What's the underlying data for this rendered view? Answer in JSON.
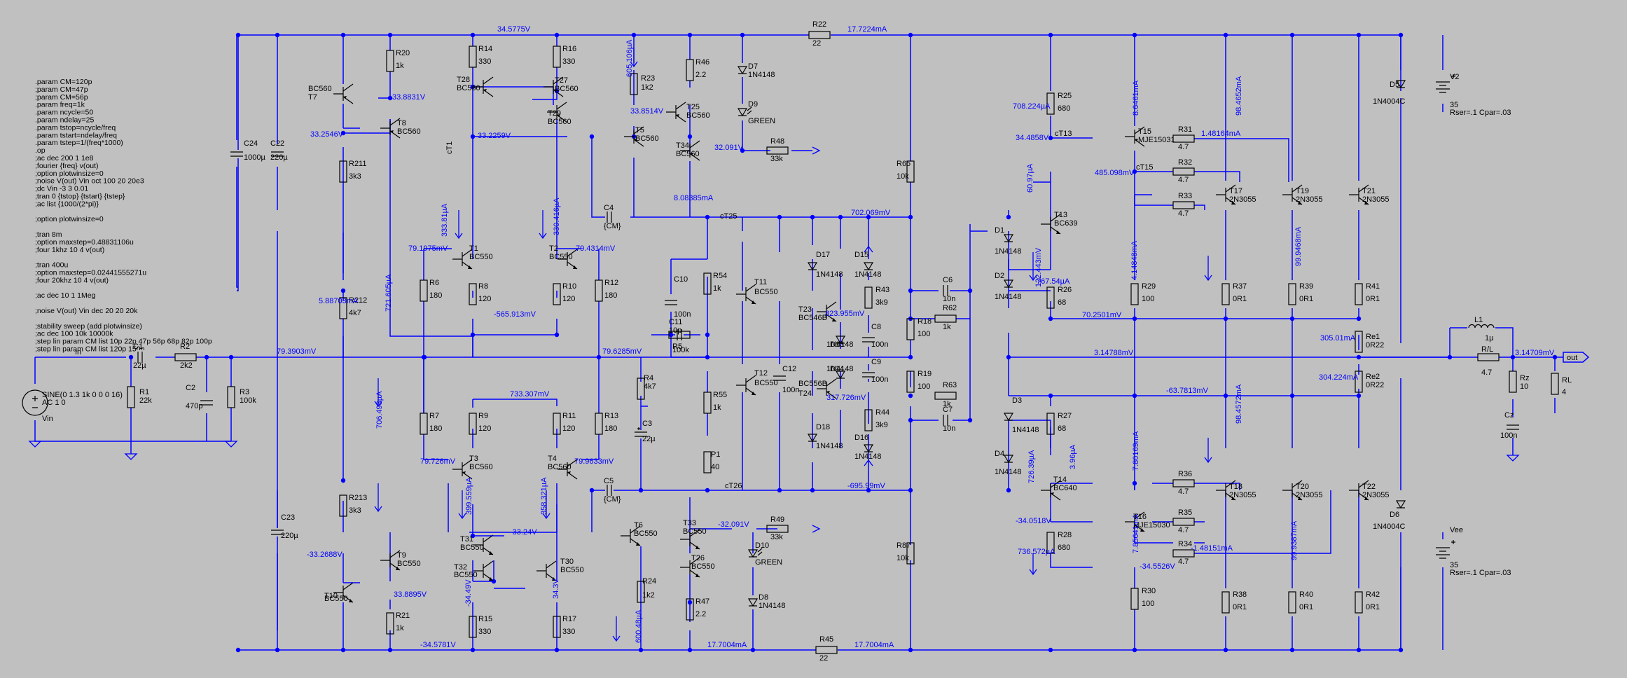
{
  "directives": [
    ".param CM=120p",
    ";param CM=47p",
    ";param CM=56p",
    ".param freq=1k",
    ".param ncycle=50",
    ".param ndelay=25",
    ".param tstop=ncycle/freq",
    ".param tstart=ndelay/freq",
    ".param tstep=1/(freq*1000)",
    ".op",
    ";ac dec 200 1 1e8",
    ";fourier {freq} v(out)",
    ";option plotwinsize=0",
    ";noise V(out) Vin oct 100 20 20e3",
    ";dc Vin -3 3 0.01",
    ";tran 0 {tstop} {tstart} {tstep}",
    ";ac list {1000/(2*pi)}",
    "",
    ";option plotwinsize=0",
    "",
    ";tran 8m",
    ";option maxstep=0.48831106u",
    ";four 1khz 10 4 v(out)",
    "",
    ";tran 400u",
    ";option maxstep=0.02441555271u",
    ";four 20khz 10 4 v(out)",
    "",
    ";ac dec 10 1 1Meg",
    "",
    ";noise V(out) Vin dec 20 20 20k",
    "",
    ";stability sweep (add plotwinsize)",
    ";ac dec 100 10k 10000k",
    ";step lin param CM list 10p 22p 47p 56p 68p 82p 100p",
    ";step lin param CM list 120p 150p"
  ],
  "components": [
    {
      "id": "Vin",
      "name": "Vin",
      "value": "SINE(0 1.3 1k 0 0 0 16)",
      "value2": "AC 1 0"
    },
    {
      "id": "C1",
      "name": "C1",
      "value": "22µ"
    },
    {
      "id": "R1",
      "name": "R1",
      "value": "22k"
    },
    {
      "id": "R2",
      "name": "R2",
      "value": "2k2"
    },
    {
      "id": "C2",
      "name": "C2",
      "value": "470p"
    },
    {
      "id": "R3",
      "name": "R3",
      "value": "100k"
    },
    {
      "id": "C24",
      "name": "C24",
      "value": "1000µ"
    },
    {
      "id": "C22",
      "name": "C22",
      "value": "220µ"
    },
    {
      "id": "C23",
      "name": "C23",
      "value": "220µ"
    },
    {
      "id": "T7",
      "name": "T7",
      "value": "BC560"
    },
    {
      "id": "T8",
      "name": "T8",
      "value": "BC560"
    },
    {
      "id": "R20",
      "name": "R20",
      "value": "1k"
    },
    {
      "id": "R211",
      "name": "R211",
      "value": "3k3"
    },
    {
      "id": "R212",
      "name": "R212",
      "value": "4k7"
    },
    {
      "id": "R213",
      "name": "R213",
      "value": "3k3"
    },
    {
      "id": "T9",
      "name": "T9",
      "value": "BC550"
    },
    {
      "id": "T10",
      "name": "T10",
      "value": "BC550"
    },
    {
      "id": "R21",
      "name": "R21",
      "value": "1k"
    },
    {
      "id": "R14",
      "name": "R14",
      "value": "330"
    },
    {
      "id": "R16",
      "name": "R16",
      "value": "330"
    },
    {
      "id": "T28",
      "name": "T28",
      "value": "BC560"
    },
    {
      "id": "T27",
      "name": "T27",
      "value": "BC560"
    },
    {
      "id": "T29",
      "name": "T29",
      "value": "BC560"
    },
    {
      "id": "T1",
      "name": "T1",
      "value": "BC550"
    },
    {
      "id": "T2",
      "name": "T2",
      "value": "BC550"
    },
    {
      "id": "R6",
      "name": "R6",
      "value": "180"
    },
    {
      "id": "R8",
      "name": "R8",
      "value": "120"
    },
    {
      "id": "R10",
      "name": "R10",
      "value": "120"
    },
    {
      "id": "R12",
      "name": "R12",
      "value": "180"
    },
    {
      "id": "R7",
      "name": "R7",
      "value": "180"
    },
    {
      "id": "R9",
      "name": "R9",
      "value": "120"
    },
    {
      "id": "R11",
      "name": "R11",
      "value": "120"
    },
    {
      "id": "R13",
      "name": "R13",
      "value": "180"
    },
    {
      "id": "T3",
      "name": "T3",
      "value": "BC560"
    },
    {
      "id": "T4",
      "name": "T4",
      "value": "BC560"
    },
    {
      "id": "T31",
      "name": "T31",
      "value": "BC550"
    },
    {
      "id": "T32",
      "name": "T32",
      "value": "BC550"
    },
    {
      "id": "T30",
      "name": "T30",
      "value": "BC550"
    },
    {
      "id": "R15",
      "name": "R15",
      "value": "330"
    },
    {
      "id": "R17",
      "name": "R17",
      "value": "330"
    },
    {
      "id": "R23",
      "name": "R23",
      "value": "1k2"
    },
    {
      "id": "R46",
      "name": "R46",
      "value": "2.2"
    },
    {
      "id": "T5",
      "name": "T5",
      "value": "BC560"
    },
    {
      "id": "T25",
      "name": "T25",
      "value": "BC560"
    },
    {
      "id": "T34",
      "name": "T34",
      "value": "BC560"
    },
    {
      "id": "D7",
      "name": "D7",
      "value": "1N4148"
    },
    {
      "id": "D9",
      "name": "D9",
      "value": "GREEN"
    },
    {
      "id": "R48",
      "name": "R48",
      "value": "33k"
    },
    {
      "id": "C4",
      "name": "C4",
      "value": "{CM}"
    },
    {
      "id": "C5",
      "name": "C5",
      "value": "{CM}"
    },
    {
      "id": "C10",
      "name": "C10",
      "value": "100n"
    },
    {
      "id": "R54",
      "name": "R54",
      "value": "1k"
    },
    {
      "id": "T11",
      "name": "T11",
      "value": "BC550"
    },
    {
      "id": "C11",
      "name": "C11",
      "value": "10p"
    },
    {
      "id": "R5",
      "name": "R5",
      "value": "100k"
    },
    {
      "id": "R4",
      "name": "R4",
      "value": "4k7"
    },
    {
      "id": "C3",
      "name": "C3",
      "value": "22µ"
    },
    {
      "id": "T12",
      "name": "T12",
      "value": "BC550"
    },
    {
      "id": "R55",
      "name": "R55",
      "value": "1k"
    },
    {
      "id": "P1",
      "name": "P1",
      "value": "40"
    },
    {
      "id": "C12",
      "name": "C12",
      "value": "100n"
    },
    {
      "id": "T6",
      "name": "T6",
      "value": "BC550"
    },
    {
      "id": "T33",
      "name": "T33",
      "value": "BC550"
    },
    {
      "id": "T26",
      "name": "T26",
      "value": "BC550"
    },
    {
      "id": "R24",
      "name": "R24",
      "value": "1k2"
    },
    {
      "id": "R47",
      "name": "R47",
      "value": "2.2"
    },
    {
      "id": "D10",
      "name": "D10",
      "value": "GREEN"
    },
    {
      "id": "D8",
      "name": "D8",
      "value": "1N4148"
    },
    {
      "id": "R49",
      "name": "R49",
      "value": "33k"
    },
    {
      "id": "R22",
      "name": "R22",
      "value": "22"
    },
    {
      "id": "R45",
      "name": "R45",
      "value": "22"
    },
    {
      "id": "D17",
      "name": "D17",
      "value": "1N4148"
    },
    {
      "id": "D15",
      "name": "D15",
      "value": "1N4148"
    },
    {
      "id": "R43",
      "name": "R43",
      "value": "3k9"
    },
    {
      "id": "T23",
      "name": "T23",
      "value": "BC546B"
    },
    {
      "id": "D13",
      "name": "D13",
      "value": "1N4148"
    },
    {
      "id": "C8",
      "name": "C8",
      "value": "100n"
    },
    {
      "id": "D14",
      "name": "D14",
      "value": "1N4148"
    },
    {
      "id": "C9",
      "name": "C9",
      "value": "100n"
    },
    {
      "id": "T24",
      "name": "T24",
      "value": "BC556B"
    },
    {
      "id": "R44",
      "name": "R44",
      "value": "3k9"
    },
    {
      "id": "D18",
      "name": "D18",
      "value": "1N4148"
    },
    {
      "id": "D16",
      "name": "D16",
      "value": "1N4148"
    },
    {
      "id": "R65",
      "name": "R65",
      "value": "10k"
    },
    {
      "id": "R18",
      "name": "R18",
      "value": "100"
    },
    {
      "id": "R19",
      "name": "R19",
      "value": "100"
    },
    {
      "id": "R87",
      "name": "R87",
      "value": "10k"
    },
    {
      "id": "C6",
      "name": "C6",
      "value": "10n"
    },
    {
      "id": "R62",
      "name": "R62",
      "value": "1k"
    },
    {
      "id": "R63",
      "name": "R63",
      "value": "1k"
    },
    {
      "id": "C7",
      "name": "C7",
      "value": "10n"
    },
    {
      "id": "D1",
      "name": "D1",
      "value": "1N4148"
    },
    {
      "id": "D2",
      "name": "D2",
      "value": "1N4148"
    },
    {
      "id": "D3",
      "name": "D3",
      "value": "1N4148"
    },
    {
      "id": "D4",
      "name": "D4",
      "value": "1N4148"
    },
    {
      "id": "T13",
      "name": "T13",
      "value": "BC639"
    },
    {
      "id": "T14",
      "name": "T14",
      "value": "BC640"
    },
    {
      "id": "R25",
      "name": "R25",
      "value": "680"
    },
    {
      "id": "R26",
      "name": "R26",
      "value": "68"
    },
    {
      "id": "R27",
      "name": "R27",
      "value": "68"
    },
    {
      "id": "R28",
      "name": "R28",
      "value": "680"
    },
    {
      "id": "T15",
      "name": "T15",
      "value": "MJE15031"
    },
    {
      "id": "T16",
      "name": "T16",
      "value": "MJE15030"
    },
    {
      "id": "R29",
      "name": "R29",
      "value": "100"
    },
    {
      "id": "R30",
      "name": "R30",
      "value": "100"
    },
    {
      "id": "R31",
      "name": "R31",
      "value": "4.7"
    },
    {
      "id": "R32",
      "name": "R32",
      "value": "4.7"
    },
    {
      "id": "R33",
      "name": "R33",
      "value": "4.7"
    },
    {
      "id": "R34",
      "name": "R34",
      "value": "4.7"
    },
    {
      "id": "R35",
      "name": "R35",
      "value": "4.7"
    },
    {
      "id": "R36",
      "name": "R36",
      "value": "4.7"
    },
    {
      "id": "T17",
      "name": "T17",
      "value": "2N3055"
    },
    {
      "id": "T19",
      "name": "T19",
      "value": "2N3055"
    },
    {
      "id": "T21",
      "name": "T21",
      "value": "2N3055"
    },
    {
      "id": "T18",
      "name": "T18",
      "value": "2N3055"
    },
    {
      "id": "T20",
      "name": "T20",
      "value": "2N3055"
    },
    {
      "id": "T22",
      "name": "T22",
      "value": "2N3055"
    },
    {
      "id": "R37",
      "name": "R37",
      "value": "0R1"
    },
    {
      "id": "R39",
      "name": "R39",
      "value": "0R1"
    },
    {
      "id": "R41",
      "name": "R41",
      "value": "0R1"
    },
    {
      "id": "R38",
      "name": "R38",
      "value": "0R1"
    },
    {
      "id": "R40",
      "name": "R40",
      "value": "0R1"
    },
    {
      "id": "R42",
      "name": "R42",
      "value": "0R1"
    },
    {
      "id": "Re1",
      "name": "Re1",
      "value": "0R22"
    },
    {
      "id": "Re2",
      "name": "Re2",
      "value": "0R22"
    },
    {
      "id": "D5",
      "name": "D5",
      "value": "1N4004C"
    },
    {
      "id": "D6",
      "name": "D6",
      "value": "1N4004C"
    },
    {
      "id": "V2",
      "name": "V2",
      "value": "35",
      "value2": "Rser=.1 Cpar=.03"
    },
    {
      "id": "Vee",
      "name": "Vee",
      "value": "35",
      "value2": "Rser=.1 Cpar=.03"
    },
    {
      "id": "L1",
      "name": "L1",
      "value": "1µ"
    },
    {
      "id": "RL_L",
      "name": "R/L",
      "value": "4.7"
    },
    {
      "id": "Rz",
      "name": "Rz",
      "value": "10"
    },
    {
      "id": "Cz",
      "name": "Cz",
      "value": "100n"
    },
    {
      "id": "RL",
      "name": "RL",
      "value": "4"
    }
  ],
  "nets": {
    "in": "In",
    "out": "out",
    "ct1": "cT1",
    "ct25": "cT25",
    "ct26": "cT26",
    "ct13": "cT13",
    "ct15": "cT15"
  },
  "measurements": [
    "34.5775V",
    "17.7224mA",
    "-34.5781V",
    "17.7004mA",
    "17.7004mA",
    "33.8831V",
    "33.2546V",
    "5.88703mA",
    "721.605µA",
    "706.493µA",
    "-33.2688V",
    "33.8895V",
    "33.2259V",
    "333.81µA",
    "79.1975mV",
    "330.416µA",
    "79.4314mV",
    "-565.913mV",
    "733.307mV",
    "79.726mV",
    "79.9633mV",
    "399.559µA",
    "358.321µA",
    "-33.24V",
    "-34.49V",
    "34.3V",
    "605.106µA",
    "33.8514V",
    "8.08385mA",
    "32.091V",
    "79.6285mV",
    "79.3903mV",
    "702.069mV",
    "-32.091V",
    "600.48µA",
    "823.955mV",
    "317.726mV",
    "-695.99mV",
    "708.224µA",
    "34.4858V",
    "485.098mV",
    "60.97µA",
    "122.443mV",
    "767.54µA",
    "4.14848mA",
    "8.6461mA",
    "98.4652mA",
    "99.9468mA",
    "1.48164mA",
    "70.2501mV",
    "305.01mA",
    "3.14788mV",
    "3.14709mV",
    "304.224mA",
    "-63.7813mV",
    "736.572µA",
    "-34.0518V",
    "726.39µA",
    "7.80169mA",
    "7.85641mA",
    "-34.5526V",
    "98.4572mA",
    "99.9387mA",
    "-1.48151mA",
    "3.96µA"
  ]
}
